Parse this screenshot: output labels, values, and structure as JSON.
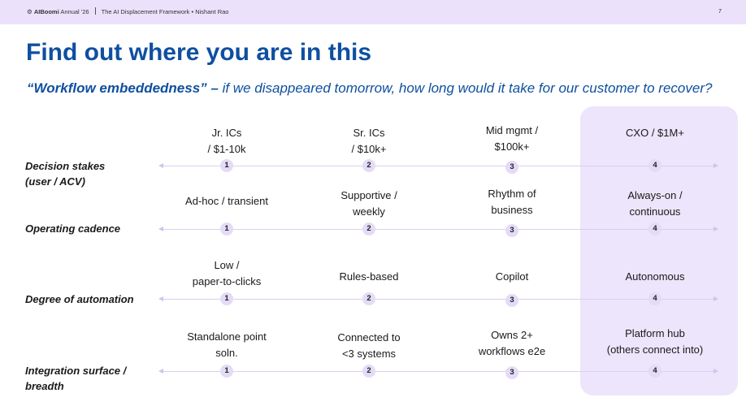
{
  "header": {
    "brand": "AIBoomi",
    "event": "Annual '26",
    "deck": "The AI Displacement Framework • Nishant Rao",
    "page": "7"
  },
  "title": "Find out where you are in this",
  "subtitle": {
    "emphasis": "“Workflow embeddedness” –",
    "rest": " if we disappeared tomorrow, how long would it take for our customer to recover?"
  },
  "rows": [
    {
      "label_1": "Decision stakes",
      "label_2": "(user / ACV)",
      "cells": [
        [
          "Jr. ICs",
          "/ $1-10k"
        ],
        [
          "Sr. ICs",
          "/ $10k+"
        ],
        [
          "Mid mgmt /",
          "$100k+"
        ],
        [
          "CXO / $1M+",
          ""
        ]
      ]
    },
    {
      "label_1": "Operating cadence",
      "label_2": "",
      "cells": [
        [
          "Ad-hoc / transient",
          ""
        ],
        [
          "Supportive /",
          "weekly"
        ],
        [
          "Rhythm of",
          "business"
        ],
        [
          "Always-on /",
          "continuous"
        ]
      ]
    },
    {
      "label_1": "Degree of automation",
      "label_2": "",
      "cells": [
        [
          "Low /",
          "paper-to-clicks"
        ],
        [
          "Rules-based",
          ""
        ],
        [
          "Copilot",
          ""
        ],
        [
          "Autonomous",
          ""
        ]
      ]
    },
    {
      "label_1": "Integration surface /",
      "label_2": "breadth",
      "cells": [
        [
          "Standalone point",
          "soln."
        ],
        [
          "Connected to",
          "<3 systems"
        ],
        [
          "Owns 2+",
          "workflows e2e"
        ],
        [
          "Platform hub",
          "(others connect into)"
        ]
      ]
    }
  ],
  "levels": [
    "1",
    "2",
    "3",
    "4"
  ],
  "colors": {
    "title": "#0f4fa0",
    "topbar": "#ece1fb",
    "highlight": "#ece5fb",
    "dot": "#e3dbf7"
  }
}
